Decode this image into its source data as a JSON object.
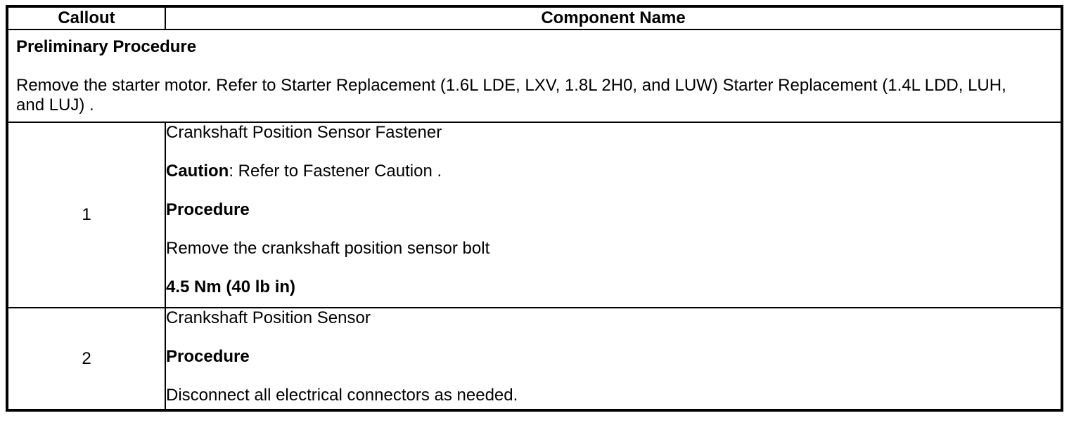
{
  "page": {
    "background_color": "#ffffff",
    "border_color": "#000000",
    "text_color": "#000000"
  },
  "table": {
    "header": {
      "callout_label": "Callout",
      "component_label": "Component Name"
    },
    "preliminary": {
      "title": "Preliminary Procedure",
      "body": "Remove the starter motor. Refer to Starter Replacement (1.6L LDE, LXV, 1.8L 2H0, and LUW) Starter Replacement (1.4L LDD, LUH, and LUJ) ."
    },
    "rows": [
      {
        "callout": "1",
        "component_name": "Crankshaft Position Sensor Fastener",
        "caution_label": "Caution",
        "caution_text": ": Refer to Fastener Caution .",
        "procedure_label": "Procedure",
        "procedure_step": "Remove the crankshaft position sensor bolt",
        "torque_spec": "4.5 Nm (40 lb in)"
      },
      {
        "callout": "2",
        "component_name": "Crankshaft Position Sensor",
        "procedure_label": "Procedure",
        "procedure_step": "Disconnect all electrical connectors as needed."
      }
    ]
  }
}
